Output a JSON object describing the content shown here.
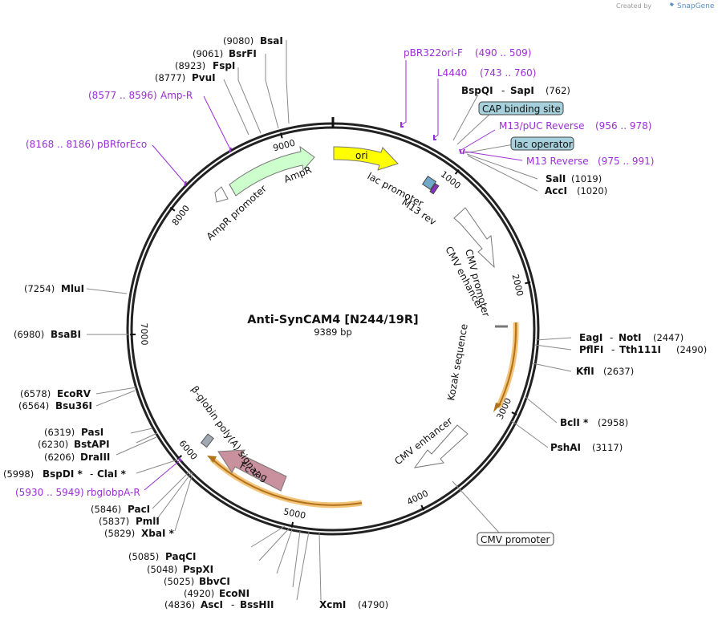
{
  "watermark": {
    "created_by": "Created by",
    "brand": "SnapGene"
  },
  "plasmid": {
    "name": "Anti-SynCAM4 [N244/19R]",
    "length": "9389 bp"
  },
  "ticks": [
    "1000",
    "2000",
    "3000",
    "4000",
    "5000",
    "6000",
    "7000",
    "8000",
    "9000"
  ],
  "features": {
    "ori": "ori",
    "ampr": "AmpR",
    "ampr_promoter": "AmpR promoter",
    "lac_promoter": "lac promoter",
    "m13_rev": "M13 rev",
    "cmv_enhancer_1": "CMV enhancer",
    "cmv_promoter": "CMV promoter",
    "kozak": "Kozak sequence",
    "cmv_enhancer_2": "CMV enhancer",
    "fc_tag": "Fc tag",
    "beta_globin": "β-globin poly(A) signal"
  },
  "callouts": {
    "cap": "CAP binding site",
    "lac_operator": "lac operator",
    "cmv_promoter_box": "CMV promoter"
  },
  "primers": {
    "pbr322": {
      "name": "pBR322ori-F",
      "range": "(490 .. 509)"
    },
    "l4440": {
      "name": "L4440",
      "range": "(743 .. 760)"
    },
    "m13puc": {
      "name": "M13/pUC Reverse",
      "range": "(956 .. 978)"
    },
    "m13rev": {
      "name": "M13 Reverse",
      "range": "(975 .. 991)"
    },
    "ampr_primer": {
      "name": "Amp-R",
      "range": "(8577 .. 8596)"
    },
    "pbrforeco": {
      "name": "pBRforEco",
      "range": "(8168 .. 8186)"
    },
    "rbglobpa": {
      "name": "rbglobpA-R",
      "range": "(5930 .. 5949)"
    }
  },
  "sites": {
    "bsai": {
      "name": "BsaI",
      "pos": "(9080)"
    },
    "bsrfi": {
      "name": "BsrFI",
      "pos": "(9061)"
    },
    "fspi": {
      "name": "FspI",
      "pos": "(8923)"
    },
    "pvui": {
      "name": "PvuI",
      "pos": "(8777)"
    },
    "bspqi": {
      "name": "BspQI",
      "sep": "-",
      "name2": "SapI",
      "pos": "(762)"
    },
    "sali": {
      "name": "SalI",
      "pos": "(1019)"
    },
    "acci": {
      "name": "AccI",
      "pos": "(1020)"
    },
    "eagi": {
      "name": "EagI",
      "sep": "-",
      "name2": "NotI",
      "pos": "(2447)"
    },
    "pflfi": {
      "name": "PflFI",
      "sep": "-",
      "name2": "Tth111I",
      "pos": "(2490)"
    },
    "kfli": {
      "name": "KflI",
      "pos": "(2637)"
    },
    "bcli": {
      "name": "BclI *",
      "pos": "(2958)"
    },
    "pshai": {
      "name": "PshAI",
      "pos": "(3117)"
    },
    "xcmi": {
      "name": "XcmI",
      "pos": "(4790)"
    },
    "asci": {
      "name": "AscI",
      "sep": "-",
      "name2": "BssHII",
      "pos": "(4836)"
    },
    "econi": {
      "name": "EcoNI",
      "pos": "(4920)"
    },
    "bbvci": {
      "name": "BbvCI",
      "pos": "(5025)"
    },
    "pspxi": {
      "name": "PspXI",
      "pos": "(5048)"
    },
    "paqci": {
      "name": "PaqCI",
      "pos": "(5085)"
    },
    "xbai": {
      "name": "XbaI *",
      "pos": "(5829)"
    },
    "pmli": {
      "name": "PmlI",
      "pos": "(5837)"
    },
    "paci": {
      "name": "PacI",
      "pos": "(5846)"
    },
    "bspdi": {
      "name": "BspDI *",
      "sep": "-",
      "name2": "ClaI *",
      "pos": "(5998)"
    },
    "draiii": {
      "name": "DraIII",
      "pos": "(6206)"
    },
    "bstapi": {
      "name": "BstAPI",
      "pos": "(6230)"
    },
    "pasi": {
      "name": "PasI",
      "pos": "(6319)"
    },
    "bsu36i": {
      "name": "Bsu36I",
      "pos": "(6564)"
    },
    "ecorv": {
      "name": "EcoRV",
      "pos": "(6578)"
    },
    "bsabi": {
      "name": "BsaBI",
      "pos": "(6980)"
    },
    "mlui": {
      "name": "MluI",
      "pos": "(7254)"
    }
  }
}
